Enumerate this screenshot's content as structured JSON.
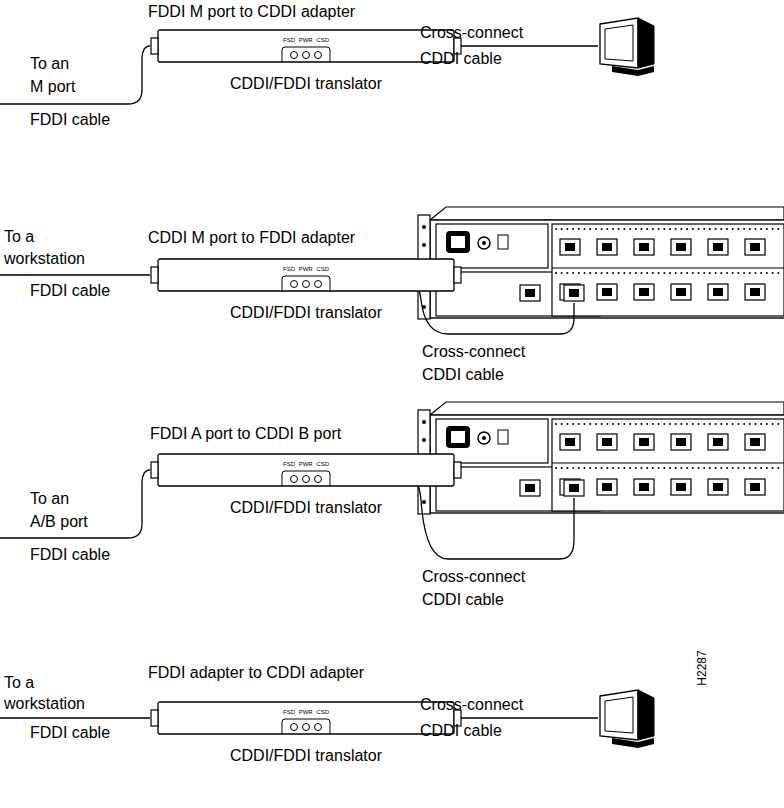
{
  "diagram": {
    "nodes": [
      {
        "text": [
          "FSD PWR CSD",
          "CDDI/FDDI translator"
        ]
      },
      {
        "text": [
          "FSD PWR CSD",
          "CDDI/FDDI translator"
        ]
      },
      {
        "text": [
          "FSD PWR CSD",
          "CDDI/FDDI translator"
        ]
      },
      {
        "text": [
          "FSD PWR CSD",
          "CDDI/FDDI translator"
        ]
      }
    ],
    "labels": [
      "FDDI M port to CDDI adapter",
      "To an M port",
      "FDDI cable",
      "Cross-connect CDDI cable",
      "CDDI M port to FDDI adapter",
      "To a workstation",
      "FDDI cable",
      "Cross-connect CDDI cable",
      "FDDI A port to CDDI B port",
      "To an A/B port",
      "FDDI cable",
      "Cross-connect CDDI cable",
      "FDDI adapter to CDDI adapter",
      "To a workstation",
      "FDDI cable",
      "Cross-connect CDDI cable",
      "H2287"
    ]
  }
}
